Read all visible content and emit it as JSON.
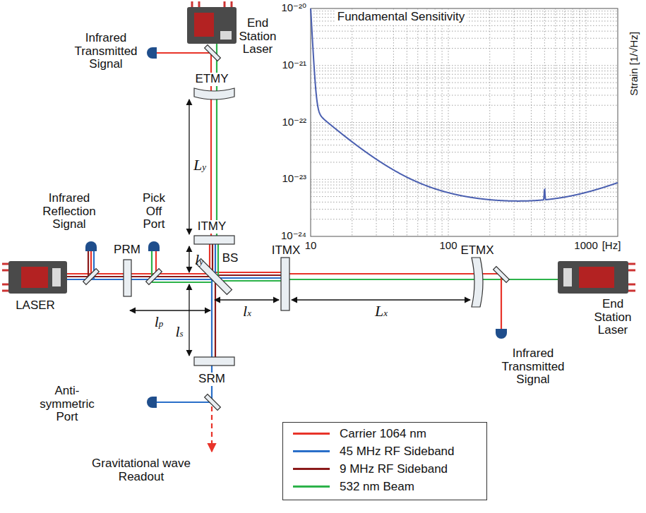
{
  "diagram": {
    "labels": [
      "End Station Laser",
      "Infrared Transmitted Signal",
      "ETMY",
      "Ly",
      "Infrared Reflection Signal",
      "Pick Off Port",
      "ITMY",
      "ly",
      "PRM",
      "BS",
      "ITMX",
      "ETMX",
      "End Station Laser",
      "LASER",
      "lp",
      "lx",
      "Lx",
      "Infrared Transmitted Signal",
      "ls",
      "SRM",
      "Anti-symmetric Port",
      "Gravitational wave Readout",
      "Fundamental Sensitivity",
      "10⁻²⁰",
      "10⁻²¹",
      "10⁻²²",
      "10⁻²³",
      "10⁻²⁴",
      "Strain [1/√Hz]",
      "10",
      "100",
      "1000",
      "[Hz]"
    ],
    "legend": [
      {
        "text": "Carrier 1064 nm",
        "color": "#e8342a"
      },
      {
        "text": "45 MHz RF Sideband",
        "color": "#2a6fc9"
      },
      {
        "text": "9 MHz RF Sideband",
        "color": "#8b1a1a"
      },
      {
        "text": "532 nm Beam",
        "color": "#2db34a"
      }
    ]
  }
}
